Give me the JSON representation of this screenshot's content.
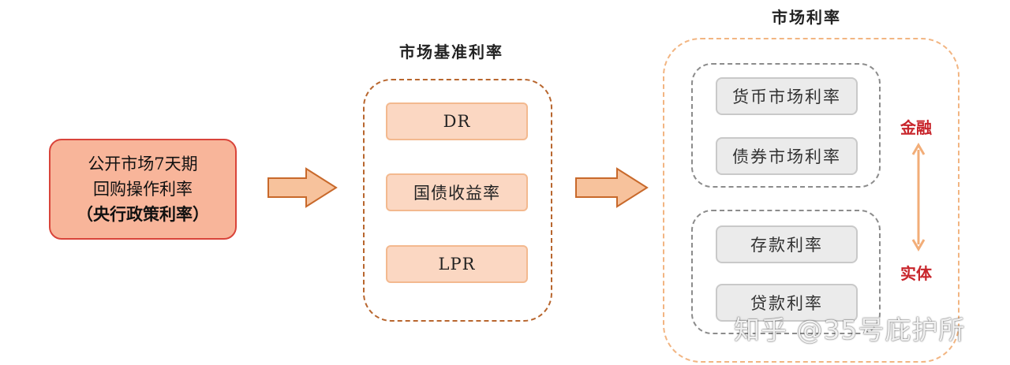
{
  "policy": {
    "line1": "公开市场7天期",
    "line2": "回购操作利率",
    "line3": "（央行政策利率）"
  },
  "benchmark": {
    "title": "市场基准利率",
    "items": [
      "DR",
      "国债收益率",
      "LPR"
    ]
  },
  "market": {
    "title": "市场利率",
    "financial": [
      "货币市场利率",
      "债券市场利率"
    ],
    "real": [
      "存款利率",
      "贷款利率"
    ],
    "label_top": "金融",
    "label_bottom": "实体"
  },
  "watermark": "知乎 @35号庇护所",
  "colors": {
    "policy_fill": "#f8b59a",
    "policy_border": "#d9443a",
    "pill_fill": "#fbd7c2",
    "arrow": "#f7c29c",
    "arrow_border": "#c8692b",
    "label_red": "#c8252b"
  }
}
